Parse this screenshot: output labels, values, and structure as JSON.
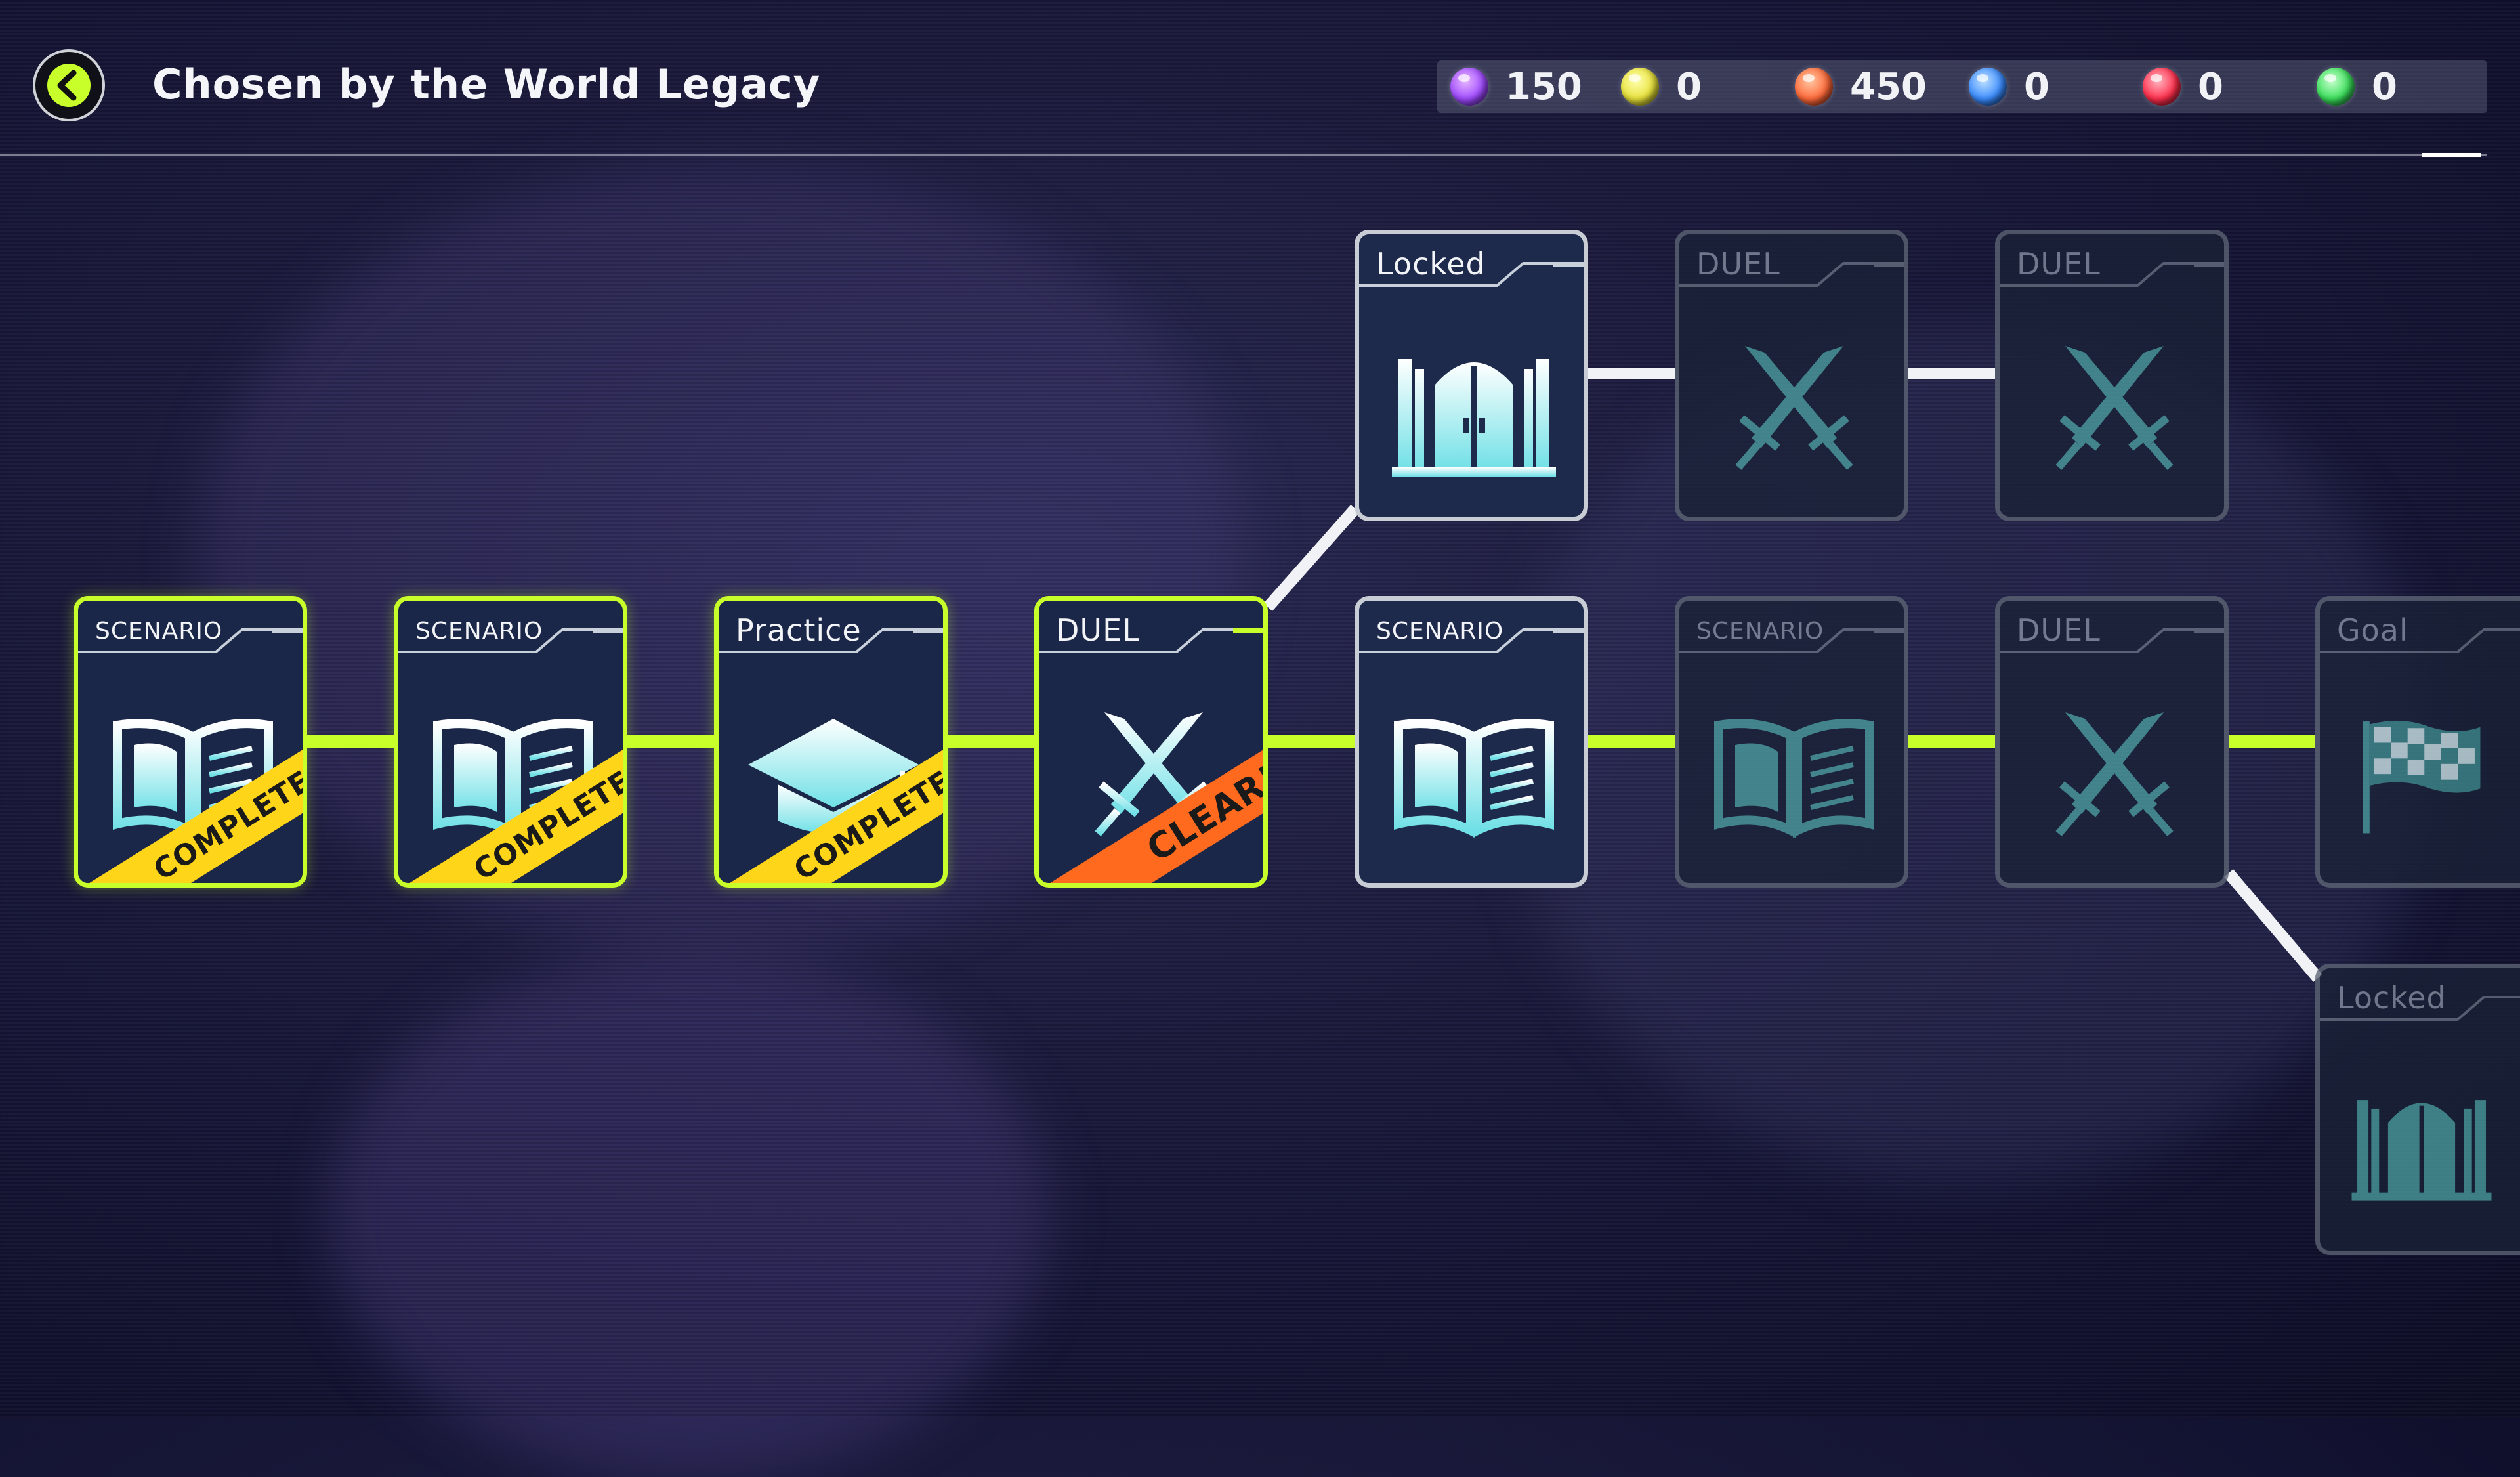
{
  "header": {
    "title": "Chosen by the World Legacy",
    "back_icon": "chevron-left-icon"
  },
  "currencies": [
    {
      "name": "purple-orb-icon",
      "color": "#a04bff",
      "value": "150"
    },
    {
      "name": "yellow-orb-icon",
      "color": "#e8e23a",
      "value": "0"
    },
    {
      "name": "orange-orb-icon",
      "color": "#ff6a3a",
      "value": "450"
    },
    {
      "name": "blue-orb-icon",
      "color": "#3a8cff",
      "value": "0"
    },
    {
      "name": "red-orb-icon",
      "color": "#ff2e4c",
      "value": "0"
    },
    {
      "name": "green-orb-icon",
      "color": "#3adf5a",
      "value": "0"
    }
  ],
  "nodes": [
    {
      "id": "n1",
      "label": "SCENARIO",
      "icon": "book-icon",
      "state": "done",
      "badge": "COMPLETE!!"
    },
    {
      "id": "n2",
      "label": "SCENARIO",
      "icon": "book-icon",
      "state": "done",
      "badge": "COMPLETE!!"
    },
    {
      "id": "n3",
      "label": "Practice",
      "icon": "graduation-cap-icon",
      "state": "done",
      "badge": "COMPLETE!!"
    },
    {
      "id": "n4",
      "label": "DUEL",
      "icon": "crossed-swords-icon",
      "state": "current",
      "badge": "CLEAR!"
    },
    {
      "id": "n5",
      "label": "SCENARIO",
      "icon": "book-icon",
      "state": "open",
      "badge": ""
    },
    {
      "id": "n6",
      "label": "SCENARIO",
      "icon": "book-icon",
      "state": "dim",
      "badge": ""
    },
    {
      "id": "n7",
      "label": "DUEL",
      "icon": "crossed-swords-icon",
      "state": "dim",
      "badge": ""
    },
    {
      "id": "n8",
      "label": "Goal",
      "icon": "checkered-flag-icon",
      "state": "dim",
      "badge": ""
    },
    {
      "id": "n9",
      "label": "Locked",
      "icon": "locked-gate-icon",
      "state": "open",
      "badge": ""
    },
    {
      "id": "n10",
      "label": "DUEL",
      "icon": "crossed-swords-icon",
      "state": "dim",
      "badge": ""
    },
    {
      "id": "n11",
      "label": "DUEL",
      "icon": "crossed-swords-icon",
      "state": "dim",
      "badge": ""
    },
    {
      "id": "n12",
      "label": "Locked",
      "icon": "locked-gate-icon",
      "state": "dim",
      "badge": ""
    }
  ],
  "colors": {
    "accent": "#c8ff2a",
    "complete_badge": "#ffd51a",
    "clear_badge": "#ff6a1e",
    "node_bg": "#1b2748"
  }
}
